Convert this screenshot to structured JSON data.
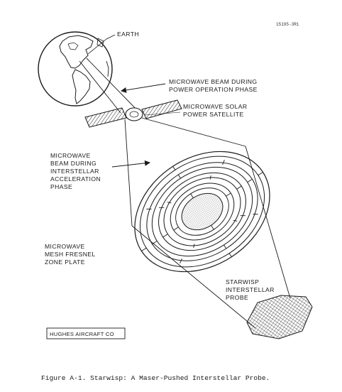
{
  "figure": {
    "code": "15195-3R1",
    "caption": "Figure A-1.  Starwisp: A Maser-Pushed Interstellar Probe.",
    "credit": "HUGHES AIRCRAFT CO"
  },
  "labels": {
    "earth": "EARTH",
    "beam_power": [
      "MICROWAVE BEAM DURING",
      "POWER OPERATION PHASE"
    ],
    "satellite": [
      "MICROWAVE SOLAR",
      "POWER SATELLITE"
    ],
    "beam_accel": [
      "MICROWAVE",
      "BEAM DURING",
      "INTERSTELLAR",
      "ACCELERATION",
      "PHASE"
    ],
    "zone_plate": [
      "MICROWAVE",
      "MESH FRESNEL",
      "ZONE PLATE"
    ],
    "probe": [
      "STARWISP",
      "INTERSTELLAR",
      "PROBE"
    ]
  }
}
